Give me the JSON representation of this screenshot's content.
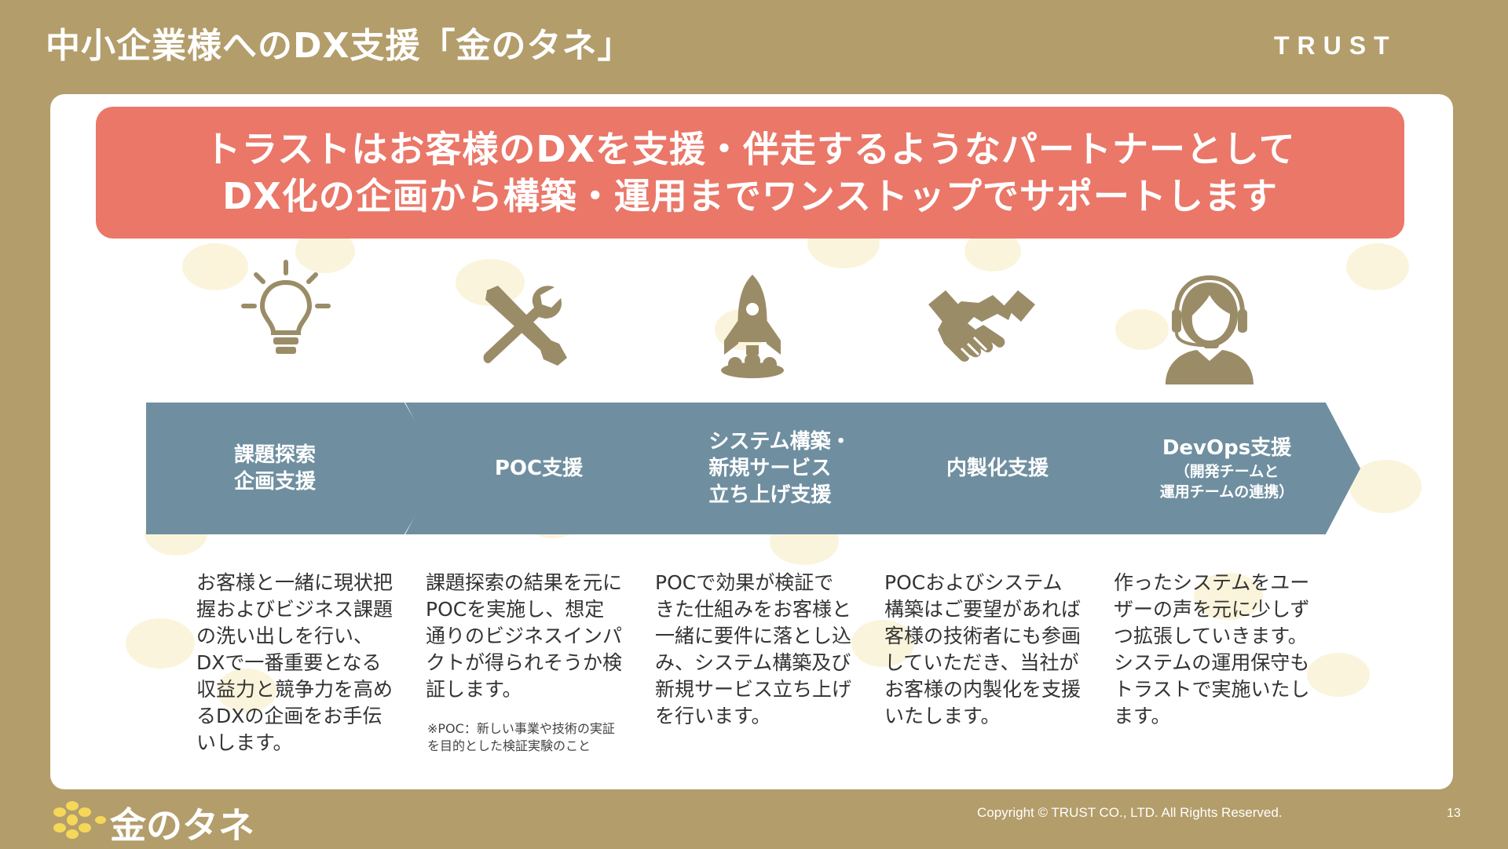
{
  "header": {
    "title": "中小企業様へのDX支援「金のタネ」",
    "brand": "TRUST"
  },
  "banner": {
    "line1": "トラストはお客様のDXを支援・伴走するようなパートナーとして",
    "line2": "DX化の企画から構築・運用までワンストップでサポートします"
  },
  "steps": [
    {
      "icon": "lightbulb-icon",
      "label_lines": [
        "課題探索",
        "企画支援"
      ],
      "description": "お客様と一緒に現状把握およびビジネス課題の洗い出しを行い、DXで一番重要となる収益力と競争力を高めるDXの企画をお手伝いします。"
    },
    {
      "icon": "tools-icon",
      "label_lines": [
        "POC支援"
      ],
      "description": "課題探索の結果を元にPOCを実施し、想定通りのビジネスインパクトが得られそうか検証します。",
      "note": "※POC：新しい事業や技術の実証を目的とした検証実験のこと"
    },
    {
      "icon": "rocket-icon",
      "label_lines": [
        "システム構築・",
        "新規サービス",
        "立ち上げ支援"
      ],
      "description": "POCで効果が検証できた仕組みをお客様と一緒に要件に落とし込み、システム構築及び新規サービス立ち上げを行います。"
    },
    {
      "icon": "handshake-icon",
      "label_lines": [
        "内製化支援"
      ],
      "description": "POCおよびシステム構築はご要望があれば客様の技術者にも参画していただき、当社がお客様の内製化を支援いたします。"
    },
    {
      "icon": "headset-operator-icon",
      "label_lines": [
        "DevOps支援"
      ],
      "sub_lines": [
        "（開発チームと",
        "運用チームの連携）"
      ],
      "description": "作ったシステムをユーザーの声を元に少しずつ拡張していきます。システムの運用保守もトラストで実施いたします。"
    }
  ],
  "footer": {
    "logo_text": "金のタネ",
    "copyright": "Copyright © TRUST CO., LTD. All Rights Reserved.",
    "page_number": "13"
  },
  "colors": {
    "background": "#b39d6a",
    "banner": "#ea7768",
    "arrow": "#6f8fa0",
    "icon": "#9b8c68",
    "text": "#333333"
  }
}
